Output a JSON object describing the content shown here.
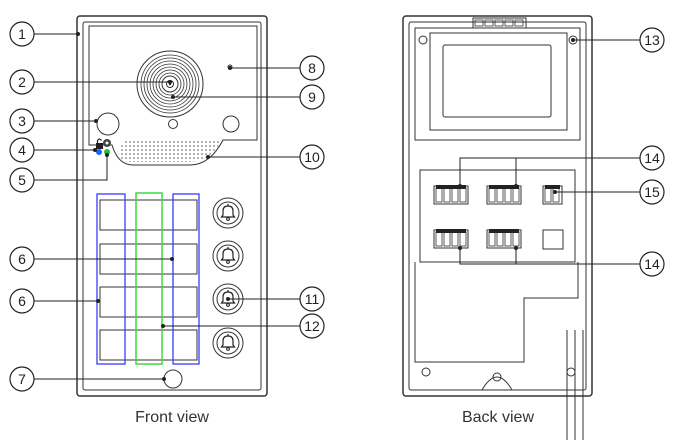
{
  "captions": {
    "front": "Front view",
    "back": "Back view"
  },
  "callouts": {
    "c1": "1",
    "c2": "2",
    "c3": "3",
    "c4": "4",
    "c5": "5",
    "c6a": "6",
    "c6b": "6",
    "c7": "7",
    "c8": "8",
    "c9": "9",
    "c10": "10",
    "c11": "11",
    "c12": "12",
    "c13": "13",
    "c14a": "14",
    "c14b": "14",
    "c15": "15"
  },
  "colors": {
    "line": "#222222",
    "panel_stroke": "#333333",
    "name_tag_frame_left": "#3a3aff",
    "name_tag_frame_middle": "#3bdc3b",
    "name_tag_frame_right": "#3a3aff",
    "led_blue": "#2060ff",
    "led_green": "#22c040"
  },
  "icons": {
    "call_button": "bell-icon",
    "unlock_indicator": "lock-icon",
    "status_indicator": "status-icon"
  }
}
